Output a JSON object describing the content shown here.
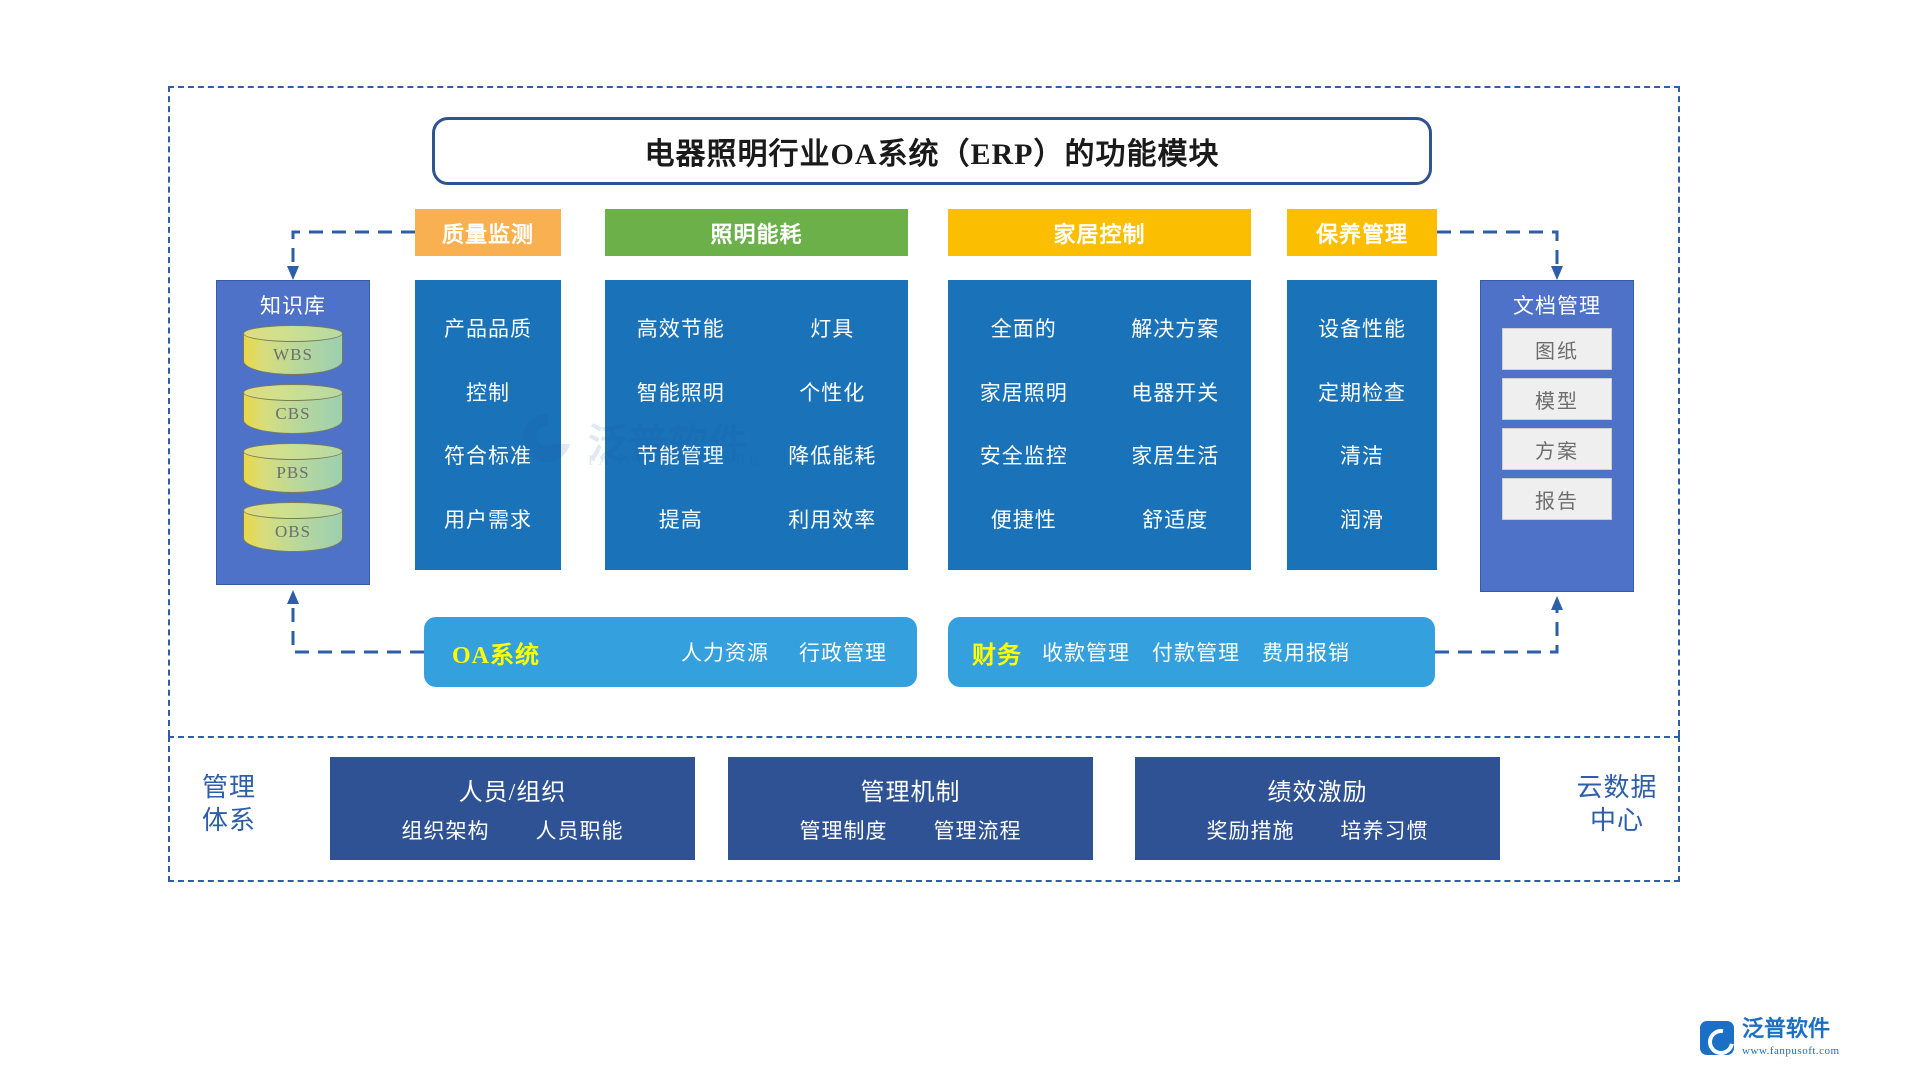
{
  "title": "电器照明行业OA系统（ERP）的功能模块",
  "categories": [
    {
      "header": "质量监测",
      "color": "#f9b050",
      "columns": [
        [
          "产品品质",
          "控制",
          "符合标准",
          "用户需求"
        ]
      ]
    },
    {
      "header": "照明能耗",
      "color": "#6cb04a",
      "columns": [
        [
          "高效节能",
          "智能照明",
          "节能管理",
          "提高"
        ],
        [
          "灯具",
          "个性化",
          "降低能耗",
          "利用效率"
        ]
      ]
    },
    {
      "header": "家居控制",
      "color": "#fcbe00",
      "columns": [
        [
          "全面的",
          "家居照明",
          "安全监控",
          "便捷性"
        ],
        [
          "解决方案",
          "电器开关",
          "家居生活",
          "舒适度"
        ]
      ]
    },
    {
      "header": "保养管理",
      "color": "#fcbe00",
      "columns": [
        [
          "设备性能",
          "定期检查",
          "清洁",
          "润滑"
        ]
      ]
    }
  ],
  "knowledge_base": {
    "title": "知识库",
    "items": [
      "WBS",
      "CBS",
      "PBS",
      "OBS"
    ]
  },
  "document_management": {
    "title": "文档管理",
    "items": [
      "图纸",
      "模型",
      "方案",
      "报告"
    ]
  },
  "bars": [
    {
      "lead": "OA系统",
      "chips": [
        "人力资源",
        "行政管理"
      ]
    },
    {
      "lead": "财务",
      "chips": [
        "收款管理",
        "付款管理",
        "费用报销"
      ]
    }
  ],
  "bottom": {
    "left_label": "管理\n体系",
    "left_label_lines": [
      "管理",
      "体系"
    ],
    "right_label_lines": [
      "云数据",
      "中心"
    ],
    "cards": [
      {
        "head": "人员/组织",
        "subs": [
          "组织架构",
          "人员职能"
        ]
      },
      {
        "head": "管理机制",
        "subs": [
          "管理制度",
          "管理流程"
        ]
      },
      {
        "head": "绩效激励",
        "subs": [
          "奖励措施",
          "培养习惯"
        ]
      }
    ]
  },
  "watermark": {
    "text": "泛普软件",
    "sub": "FANPU SOFTWARE"
  },
  "brand": {
    "name": "泛普软件",
    "url": "www.fanpusoft.com"
  },
  "colors": {
    "dashed_border": "#2e5ea8",
    "panel_blue": "#1a72b8",
    "side_panel_blue": "#4e72c8",
    "bar_blue": "#34a0dd",
    "card_blue": "#2e5293",
    "accent_yellow": "#ffff00"
  }
}
